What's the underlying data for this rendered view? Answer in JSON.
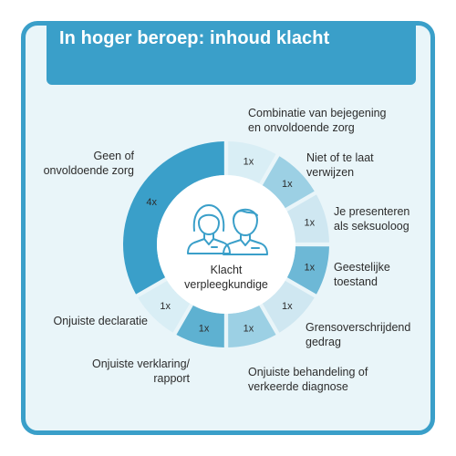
{
  "header": {
    "title": "In hoger beroep: inhoud klacht"
  },
  "chart_data": {
    "type": "pie",
    "title": "",
    "center_label": [
      "Klacht",
      "verpleegkundige"
    ],
    "categories": [
      "Combinatie van bejegening en onvoldoende zorg",
      "Niet of te laat verwijzen",
      "Je presenteren als seksuoloog",
      "Geestelijke toestand",
      "Grensoverschrijdend gedrag",
      "Onjuiste behandeling of verkeerde diagnose",
      "Onjuiste verklaring/ rapport",
      "Onjuiste declaratie",
      "Geen of onvoldoende zorg"
    ],
    "label_lines": [
      [
        "Combinatie van bejegening",
        "en onvoldoende zorg"
      ],
      [
        "Niet of te laat",
        "verwijzen"
      ],
      [
        "Je presenteren",
        "als seksuoloog"
      ],
      [
        "Geestelijke",
        "toestand"
      ],
      [
        "Grensoverschrijdend",
        "gedrag"
      ],
      [
        "Onjuiste behandeling of",
        "verkeerde diagnose"
      ],
      [
        "Onjuiste verklaring/",
        "rapport"
      ],
      [
        "Onjuiste declaratie"
      ],
      [
        "Geen of",
        "onvoldoende zorg"
      ]
    ],
    "values": [
      1,
      1,
      1,
      1,
      1,
      1,
      1,
      1,
      4
    ],
    "value_labels": [
      "1x",
      "1x",
      "1x",
      "1x",
      "1x",
      "1x",
      "1x",
      "1x",
      "4x"
    ],
    "colors": [
      "#d9eef5",
      "#9cd0e4",
      "#cfe7f1",
      "#6db8d6",
      "#cfe7f1",
      "#9cd0e4",
      "#5eb1d1",
      "#d9eef5",
      "#3a9fc9"
    ],
    "count_colors": [
      "#2c2c2c",
      "#2c2c2c",
      "#2c2c2c",
      "#2c2c2c",
      "#2c2c2c",
      "#2c2c2c",
      "#2c2c2c",
      "#2c2c2c",
      "#2c2c2c"
    ],
    "icon": "two-people-icon",
    "icon_color": "#3a9fc9"
  }
}
